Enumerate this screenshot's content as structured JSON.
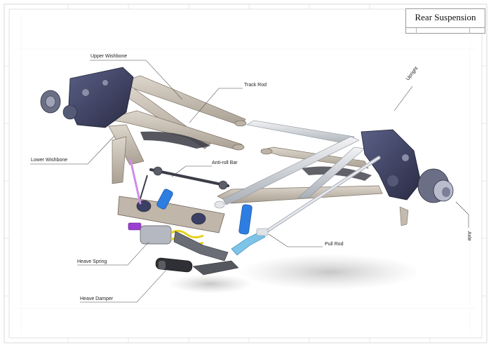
{
  "title_block": {
    "title": "Rear Suspension"
  },
  "labels": {
    "upper_wishbone": "Upper Wishbone",
    "track_rod": "Track Rod",
    "upright": "Upright",
    "lower_wishbone": "Lower Wishbone",
    "anti_roll_bar": "Anti-roll Bar",
    "axle": "Axle",
    "pull_rod": "Pull Rod",
    "heave_spring": "Heave Spring",
    "heave_damper": "Heave Damper"
  },
  "colors": {
    "frame": "#c9c9c9",
    "wishbone": "#c8bfb3",
    "wishbone_dark": "#8f8578",
    "upright": "#3f4263",
    "rod_silver": "#d6d9de",
    "damper_blue": "#1f6fd6",
    "pull_rod_cyan": "#7ec3e8",
    "heave_spring": "#e6d21e",
    "accent_purple": "#9b3fd1"
  }
}
